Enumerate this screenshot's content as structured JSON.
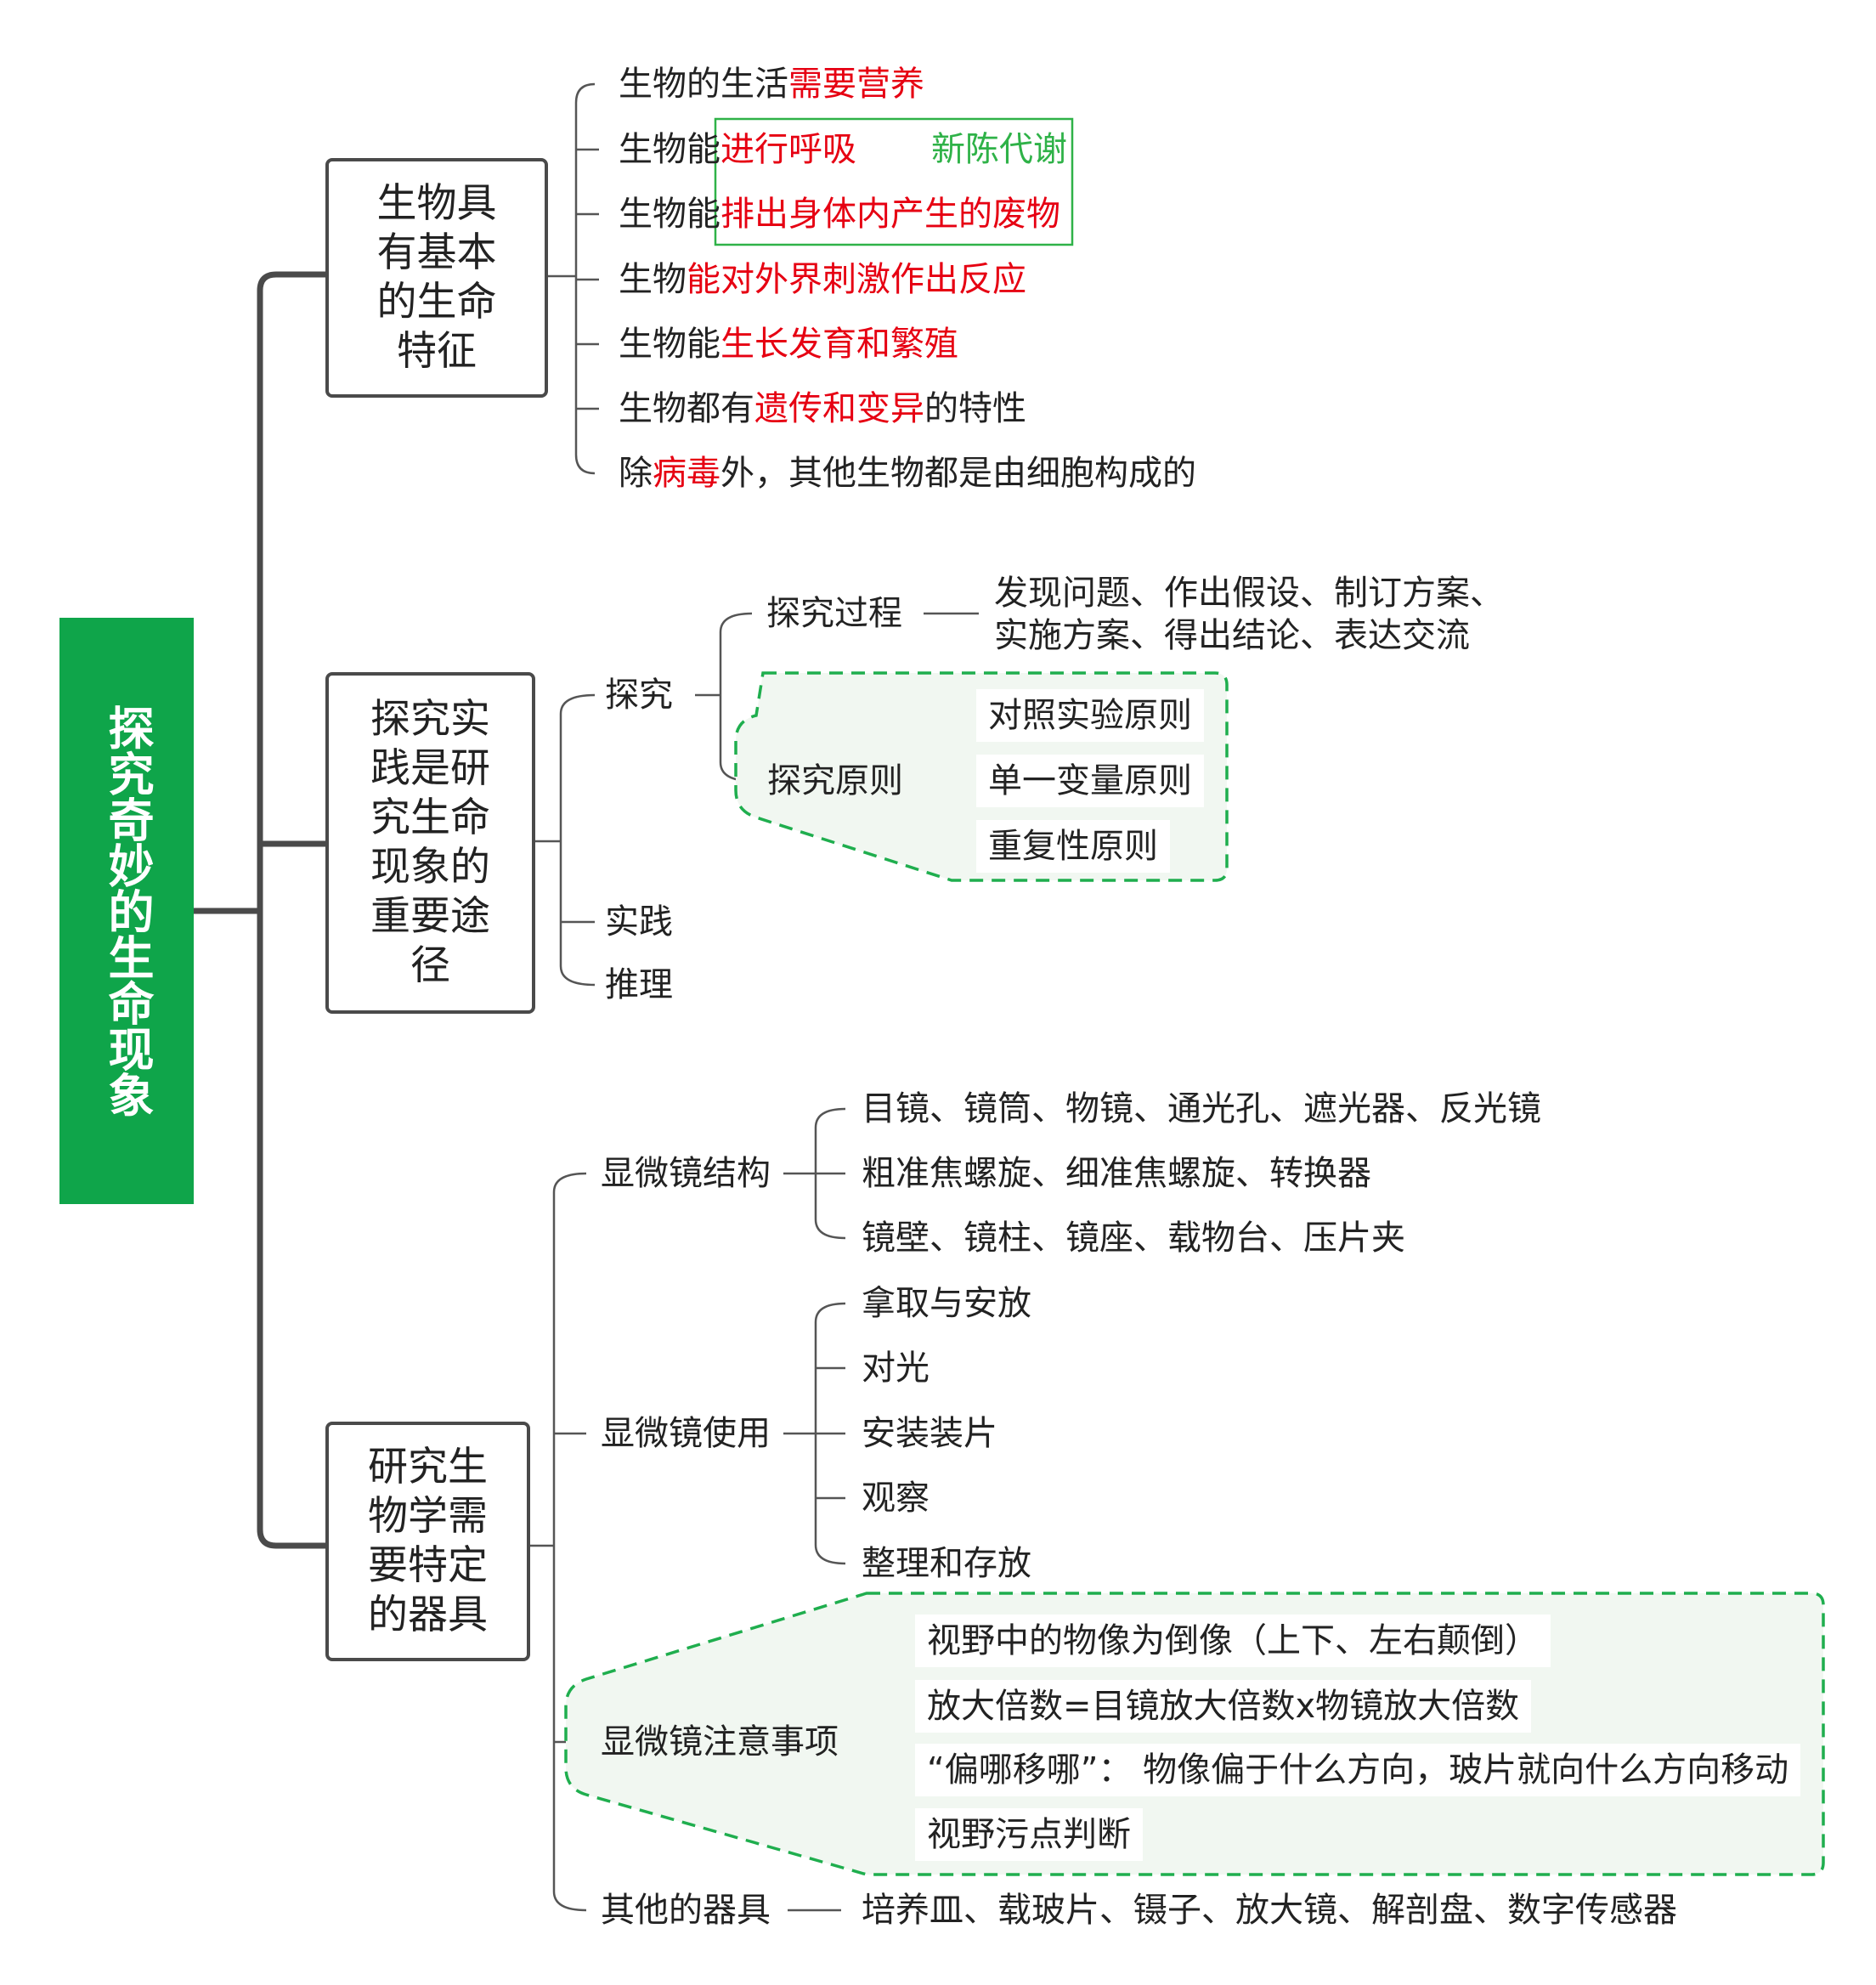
{
  "root": "探究奇妙的生命现象",
  "sec1": {
    "title": "生物具有基本的生命特征",
    "items": [
      {
        "pre": "生物的生活",
        "hl": "需要营养",
        "post": ""
      },
      {
        "pre": "生物能",
        "hl": "进行呼吸",
        "post": ""
      },
      {
        "pre": "生物能",
        "hl": "排出身体内产生的废物",
        "post": ""
      },
      {
        "pre": "生物",
        "hl": "能对外界刺激作出反应",
        "post": ""
      },
      {
        "pre": "生物能",
        "hl": "生长发育和繁殖",
        "post": ""
      },
      {
        "pre": "生物都有",
        "hl": "遗传和变异",
        "post": "的特性"
      },
      {
        "pre": "除",
        "hl": "病毒",
        "post": "外，其他生物都是由细胞构成的"
      }
    ],
    "metabolism_note": "新陈代谢"
  },
  "sec2": {
    "title": "探究实践是研究生命现象的重要途径",
    "inquiry": "探究",
    "process_label": "探究过程",
    "process_line1": "发现问题、作出假设、制订方案、",
    "process_line2": "实施方案、得出结论、表达交流",
    "principle_label": "探究原则",
    "principles": [
      "对照实验原则",
      "单一变量原则",
      "重复性原则"
    ],
    "practice": "实践",
    "reasoning": "推理"
  },
  "sec3": {
    "title": "研究生物学需要特定的器具",
    "structure_label": "显微镜结构",
    "structure_items": [
      "目镜、镜筒、物镜、通光孔、遮光器、反光镜",
      "粗准焦螺旋、细准焦螺旋、转换器",
      "镜壁、镜柱、镜座、载物台、压片夹"
    ],
    "usage_label": "显微镜使用",
    "usage_items": [
      "拿取与安放",
      "对光",
      "安装装片",
      "观察",
      "整理和存放"
    ],
    "notes_label": "显微镜注意事项",
    "notes_items": [
      "视野中的物像为倒像（上下、左右颠倒）",
      "放大倍数=目镜放大倍数x物镜放大倍数",
      "“偏哪移哪”： 物像偏于什么方向，玻片就向什么方向移动",
      "视野污点判断"
    ],
    "other_label": "其他的器具",
    "other_items": "培养皿、载玻片、镊子、放大镜、解剖盘、数字传感器"
  },
  "colors": {
    "root_bg": "#0fa54a",
    "highlight": "#e60012",
    "note": "#2fb248",
    "dashed_border": "#1fae4e",
    "dashed_fill": "#f1f7f1"
  }
}
